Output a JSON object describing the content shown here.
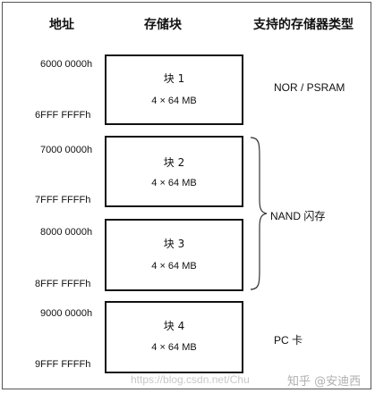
{
  "headers": {
    "address": "地址",
    "block": "存储块",
    "types": "支持的存储器类型"
  },
  "blocks": [
    {
      "title": "块 1",
      "size": "4 × 64 MB",
      "start": "6000 0000h",
      "end": "6FFF FFFFh"
    },
    {
      "title": "块 2",
      "size": "4 × 64 MB",
      "start": "7000 0000h",
      "end": "7FFF FFFFh"
    },
    {
      "title": "块 3",
      "size": "4 × 64 MB",
      "start": "8000 0000h",
      "end": "8FFF FFFFh"
    },
    {
      "title": "块 4",
      "size": "4 × 64 MB",
      "start": "9000 0000h",
      "end": "9FFF FFFFh"
    }
  ],
  "memory_types": {
    "nor": "NOR / PSRAM",
    "nand": "NAND 闪存",
    "pc": "PC 卡"
  },
  "watermark": {
    "url": "https://blog.csdn.net/Chu",
    "zhihu": "知乎 @安迪西"
  }
}
